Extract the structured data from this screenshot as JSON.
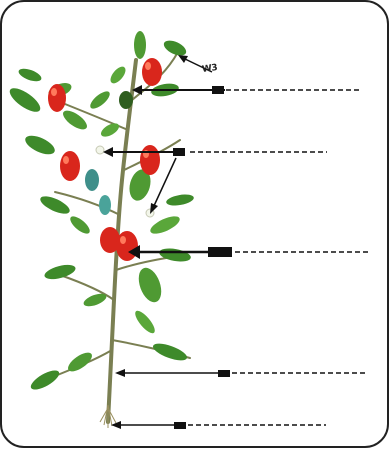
{
  "diagram": {
    "subject": "plant",
    "small_mark_text": "W3",
    "colors": {
      "border": "#222222",
      "leaf": "#3e8a2a",
      "leaf_light": "#6fb23f",
      "stem": "#7a7f52",
      "fruit": "#d9261c",
      "fruit_highlight": "#ff7a5c",
      "flower": "#f3f6ea",
      "arrow": "#111111"
    },
    "pointers": [
      {
        "name": "pointer-top-fruit-cluster"
      },
      {
        "name": "pointer-flower"
      },
      {
        "name": "pointer-fruit"
      },
      {
        "name": "pointer-stem"
      },
      {
        "name": "pointer-root"
      }
    ]
  }
}
